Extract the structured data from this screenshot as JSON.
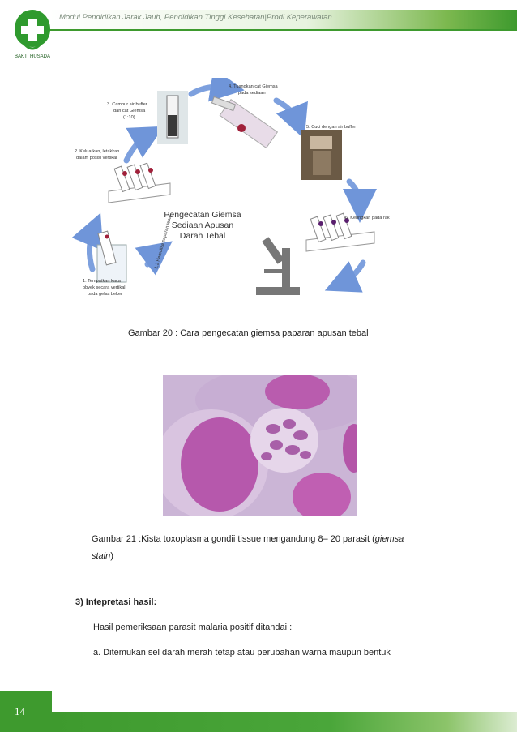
{
  "header": {
    "text": "Modul Pendidikan Jarak Jauh, Pendidikan Tinggi Kesehatan|Prodi Keperawatan",
    "logo_text": "BAKTI HUSADA"
  },
  "figure1": {
    "center_title_1": "Pengecatan Giemsa",
    "center_title_2": "Sediaan Apusan",
    "center_title_3": "Darah Tebal",
    "step1_a": "1. Tempatkan kaca",
    "step1_b": "obyek secara vertikal",
    "step1_c": "pada  gelas beker",
    "step1_2": "1,2 Hemolisa paparan tebal",
    "step2_a": "2. Keluarkan, letakkan",
    "step2_b": "dalam posisi vertikal",
    "step3_a": "3. Campur air buffer",
    "step3_b": "dan cat Giemsa",
    "step3_c": "(1:10)",
    "step4_a": "4. Tuangkan cat Giemsa",
    "step4_b": "pada sediaan",
    "step5": "5. Cuci dengan air buffer",
    "step6": "6. Keringkan pada rak"
  },
  "caption1": "Gambar 20   : Cara pengecatan giemsa paparan apusan tebal",
  "caption2": {
    "text": "Gambar 21 :Kista toxoplasma gondii tissue mengandung  8– 20 parasit (",
    "italic1": "giemsa",
    "italic2": "stain",
    "close": ")"
  },
  "section": {
    "heading": "3)  Intepretasi hasil:",
    "para1": "Hasil pemeriksaan parasit malaria positif  ditandai  :",
    "item_a": "a.   Ditemukan sel darah merah tetap atau perubahan warna maupun bentuk"
  },
  "footer": {
    "page_number": "14"
  },
  "colors": {
    "green": "#3e9a2e",
    "arrow_blue": "#6f95d9",
    "stain_purple": "#b04fa8"
  }
}
